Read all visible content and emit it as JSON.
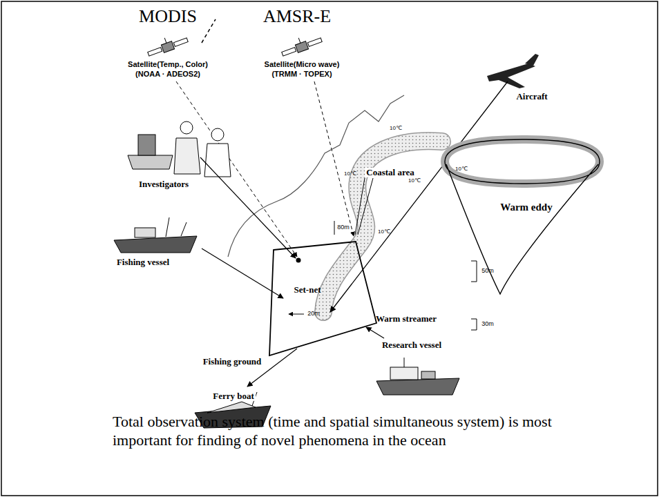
{
  "diagram": {
    "caption": "Total observation system (time and spatial simultaneous system) is most important for finding of novel phenomena in the ocean",
    "nodes": [
      {
        "text": [
          "Set-net",
          "Fishing ground"
        ]
      },
      {
        "text": [
          "Warm eddy"
        ]
      }
    ],
    "labels": [
      "MODIS",
      "AMSR-E",
      "Satellite(Temp., Color)",
      "(NOAA · ADEOS2)",
      "Satellite(Micro wave)",
      "(TRMM · TOPEX)",
      "Aircraft",
      "Coastal area",
      "Investigators",
      "Fishing vessel",
      "Ferry boat",
      "Research vessel",
      "Warm streamer",
      "80m",
      "50m",
      "30m",
      "20m",
      "10℃",
      "10℃",
      "10℃",
      "10℃",
      "10℃"
    ]
  }
}
